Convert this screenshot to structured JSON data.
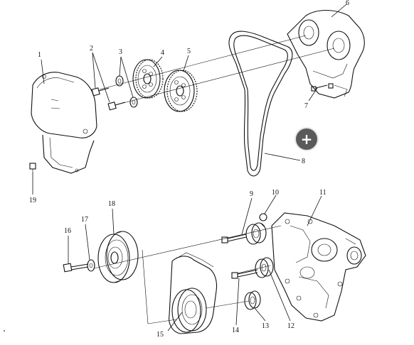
{
  "callouts": {
    "c1": "1",
    "c2": "2",
    "c3": "3",
    "c4": "4",
    "c5": "5",
    "c6": "6",
    "c7": "7",
    "c8": "8",
    "c9": "9",
    "c10": "10",
    "c11": "11",
    "c12": "12",
    "c13": "13",
    "c14": "14",
    "c15": "15",
    "c16": "16",
    "c17": "17",
    "c18": "18",
    "c19": "19"
  },
  "zoom_button": {
    "icon": "plus-icon",
    "glyph": "+"
  },
  "colors": {
    "line": "#111111",
    "background": "#ffffff",
    "button": "#5a5a5a"
  }
}
